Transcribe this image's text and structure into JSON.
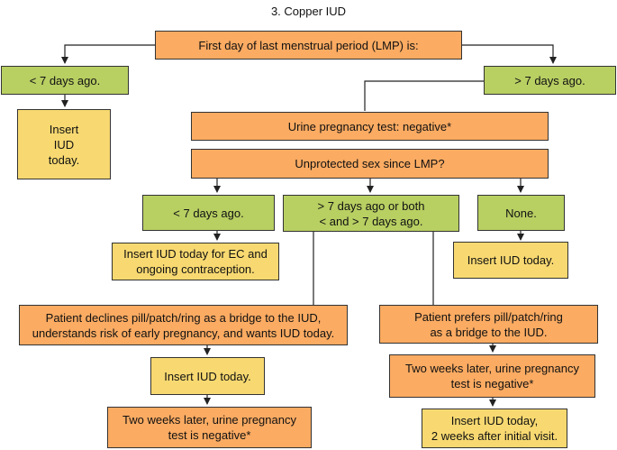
{
  "title": "3. Copper IUD",
  "nodes": {
    "lmp": "First day of last menstrual period (LMP) is:",
    "lt7_top": "< 7 days ago.",
    "gt7_top": "> 7 days ago.",
    "insert_today_top": "Insert\nIUD\ntoday.",
    "urine_neg": "Urine pregnancy test: negative*",
    "unprotected": "Unprotected sex since LMP?",
    "lt7_mid": "< 7 days ago.",
    "gt7_both": "> 7 days ago or both\n< and > 7 days ago.",
    "none": "None.",
    "insert_ec": "Insert IUD today for EC and\nongoing contraception.",
    "insert_none": "Insert IUD today.",
    "declines": "Patient declines pill/patch/ring as a bridge to the IUD,\nunderstands risk of early pregnancy, and wants IUD today.",
    "prefers": "Patient prefers pill/patch/ring\nas a bridge to the IUD.",
    "insert_left": "Insert IUD today.",
    "two_weeks_right": "Two weeks later, urine pregnancy\ntest is negative*",
    "two_weeks_left": "Two weeks later, urine pregnancy\ntest is negative*",
    "insert_2weeks": "Insert IUD today,\n2 weeks after initial visit."
  },
  "colors": {
    "orange": "#fbab62",
    "green": "#b8cf62",
    "yellow": "#f8d971",
    "line": "#222222"
  }
}
